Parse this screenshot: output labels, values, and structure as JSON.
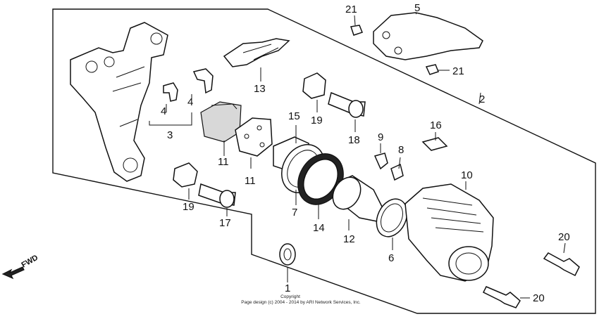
{
  "callouts": {
    "c1": "1",
    "c2": "2",
    "c3": "3",
    "c4a": "4",
    "c4b": "4",
    "c5": "5",
    "c6": "6",
    "c7": "7",
    "c8": "8",
    "c9": "9",
    "c10": "10",
    "c11a": "11",
    "c11b": "11",
    "c12": "12",
    "c13": "13",
    "c14": "14",
    "c15": "15",
    "c16": "16",
    "c17": "17",
    "c18": "18",
    "c19a": "19",
    "c19b": "19",
    "c20a": "20",
    "c20b": "20",
    "c21a": "21",
    "c21b": "21"
  },
  "fwd_label": "FWD",
  "copyright": {
    "line1": "Copyright",
    "line2": "Page design (c) 2004 - 2014 by ARI Network Services, Inc."
  }
}
